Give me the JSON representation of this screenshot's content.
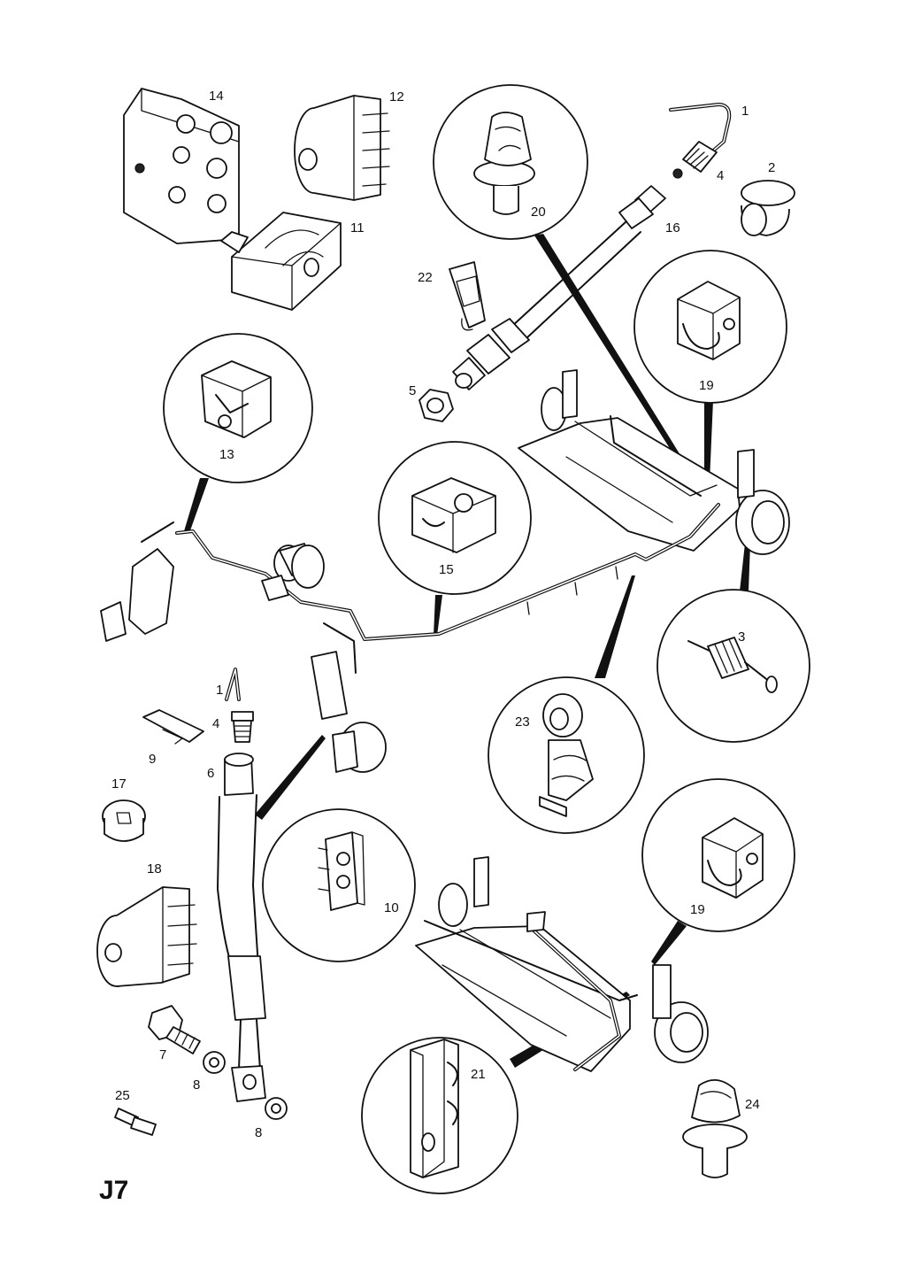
{
  "sheet_code": "J7",
  "labels": {
    "p1_top": "1",
    "p2": "2",
    "p3": "3",
    "p4_top": "4",
    "p5": "5",
    "p11": "11",
    "p12": "12",
    "p13": "13",
    "p14": "14",
    "p15": "15",
    "p16": "16",
    "p19_top": "19",
    "p20": "20",
    "p22": "22",
    "p1_left": "1",
    "p4_left": "4",
    "p6": "6",
    "p9": "9",
    "p17": "17",
    "p18": "18",
    "p7": "7",
    "p8_a": "8",
    "p8_b": "8",
    "p25": "25",
    "p10": "10",
    "p23": "23",
    "p19_bottom": "19",
    "p21": "21",
    "p24": "24"
  }
}
